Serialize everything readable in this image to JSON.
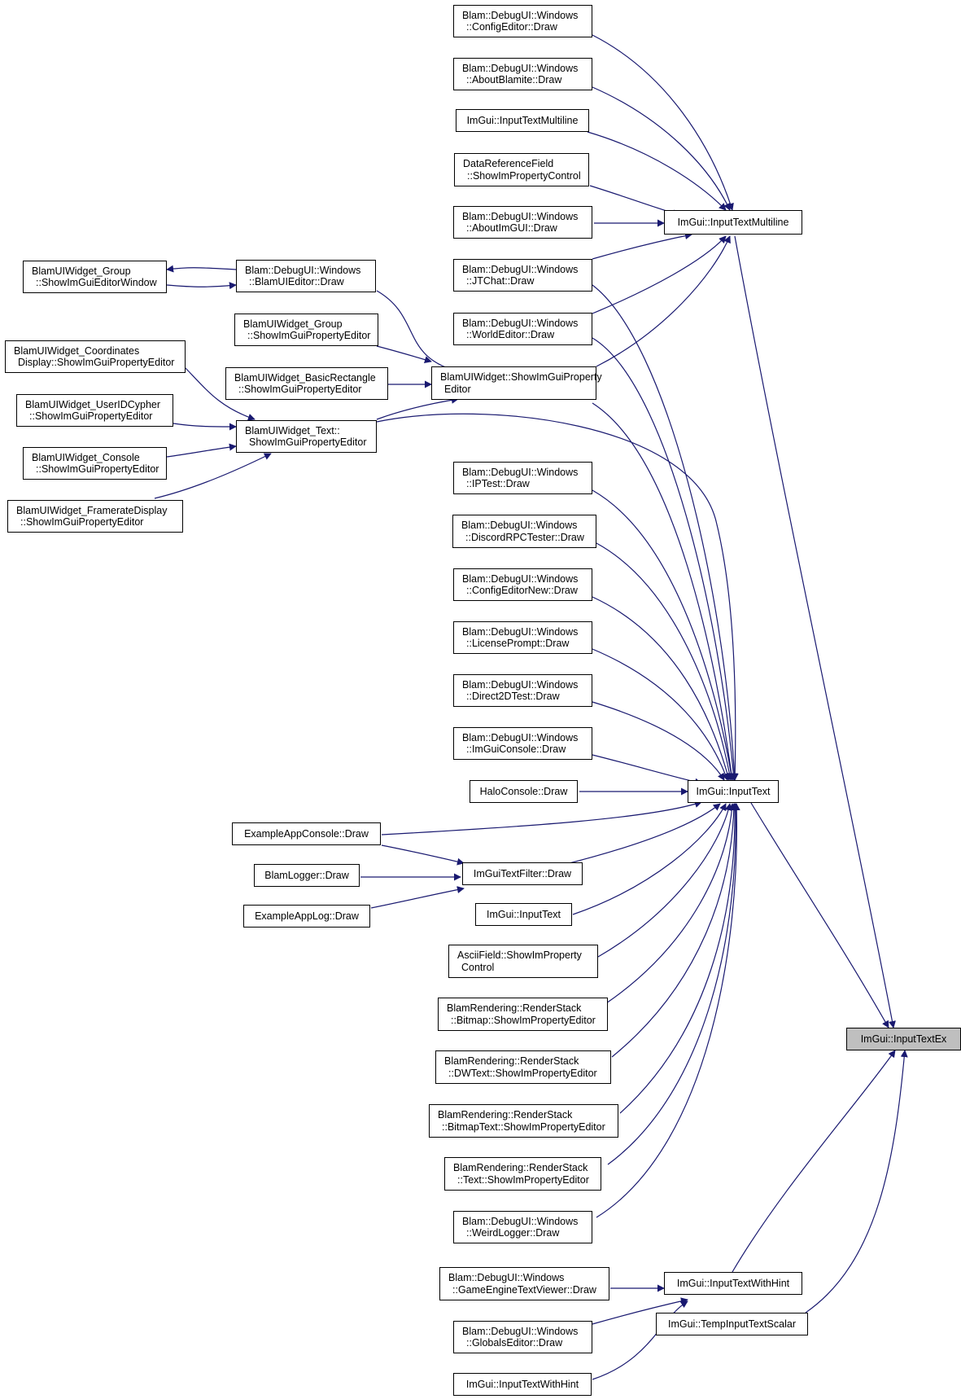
{
  "diagram": {
    "colors": {
      "edge": "#191970",
      "node_border": "#000000",
      "node_fill": "#ffffff",
      "focus_fill": "#bfbfbf"
    },
    "nodes": [
      {
        "id": "n_target",
        "lines": [
          "ImGui::InputTextEx"
        ],
        "focus": true
      },
      {
        "id": "n_itml",
        "lines": [
          "ImGui::InputTextMultiline"
        ]
      },
      {
        "id": "n_it",
        "lines": [
          "ImGui::InputText"
        ]
      },
      {
        "id": "n_itwh",
        "lines": [
          "ImGui::InputTextWithHint"
        ]
      },
      {
        "id": "n_tits",
        "lines": [
          "ImGui::TempInputTextScalar"
        ]
      },
      {
        "id": "n_ce",
        "lines": [
          "Blam::DebugUI::Windows",
          "::ConfigEditor::Draw"
        ]
      },
      {
        "id": "n_ab",
        "lines": [
          "Blam::DebugUI::Windows",
          "::AboutBlamite::Draw"
        ]
      },
      {
        "id": "n_itml2",
        "lines": [
          "ImGui::InputTextMultiline"
        ]
      },
      {
        "id": "n_drf",
        "lines": [
          "DataReferenceField",
          "::ShowImPropertyControl"
        ]
      },
      {
        "id": "n_aig",
        "lines": [
          "Blam::DebugUI::Windows",
          "::AboutImGUI::Draw"
        ]
      },
      {
        "id": "n_jt",
        "lines": [
          "Blam::DebugUI::Windows",
          "::JTChat::Draw"
        ]
      },
      {
        "id": "n_we",
        "lines": [
          "Blam::DebugUI::Windows",
          "::WorldEditor::Draw"
        ]
      },
      {
        "id": "n_bui",
        "lines": [
          "Blam::DebugUI::Windows",
          "::BlamUIEditor::Draw"
        ]
      },
      {
        "id": "n_grp1",
        "lines": [
          "BlamUIWidget_Group",
          "::ShowImGuiEditorWindow"
        ]
      },
      {
        "id": "n_grp2",
        "lines": [
          "BlamUIWidget_Group",
          "::ShowImGuiPropertyEditor"
        ]
      },
      {
        "id": "n_coord",
        "lines": [
          "BlamUIWidget_Coordinates",
          "Display::ShowImGuiPropertyEditor"
        ]
      },
      {
        "id": "n_rect",
        "lines": [
          "BlamUIWidget_BasicRectangle",
          "::ShowImGuiPropertyEditor"
        ]
      },
      {
        "id": "n_wspe",
        "lines": [
          "BlamUIWidget::ShowImGuiProperty",
          "Editor"
        ]
      },
      {
        "id": "n_uid",
        "lines": [
          "BlamUIWidget_UserIDCypher",
          "::ShowImGuiPropertyEditor"
        ]
      },
      {
        "id": "n_text",
        "lines": [
          "BlamUIWidget_Text::",
          "ShowImGuiPropertyEditor"
        ]
      },
      {
        "id": "n_cons",
        "lines": [
          "BlamUIWidget_Console",
          "::ShowImGuiPropertyEditor"
        ]
      },
      {
        "id": "n_fr",
        "lines": [
          "BlamUIWidget_FramerateDisplay",
          "::ShowImGuiPropertyEditor"
        ]
      },
      {
        "id": "n_ip",
        "lines": [
          "Blam::DebugUI::Windows",
          "::IPTest::Draw"
        ]
      },
      {
        "id": "n_disc",
        "lines": [
          "Blam::DebugUI::Windows",
          "::DiscordRPCTester::Draw"
        ]
      },
      {
        "id": "n_cen",
        "lines": [
          "Blam::DebugUI::Windows",
          "::ConfigEditorNew::Draw"
        ]
      },
      {
        "id": "n_lic",
        "lines": [
          "Blam::DebugUI::Windows",
          "::LicensePrompt::Draw"
        ]
      },
      {
        "id": "n_d2d",
        "lines": [
          "Blam::DebugUI::Windows",
          "::Direct2DTest::Draw"
        ]
      },
      {
        "id": "n_igc",
        "lines": [
          "Blam::DebugUI::Windows",
          "::ImGuiConsole::Draw"
        ]
      },
      {
        "id": "n_halo",
        "lines": [
          "HaloConsole::Draw"
        ]
      },
      {
        "id": "n_eac",
        "lines": [
          "ExampleAppConsole::Draw"
        ]
      },
      {
        "id": "n_blog",
        "lines": [
          "BlamLogger::Draw"
        ]
      },
      {
        "id": "n_itf",
        "lines": [
          "ImGuiTextFilter::Draw"
        ]
      },
      {
        "id": "n_eal",
        "lines": [
          "ExampleAppLog::Draw"
        ]
      },
      {
        "id": "n_it2",
        "lines": [
          "ImGui::InputText"
        ]
      },
      {
        "id": "n_ascii",
        "lines": [
          "AsciiField::ShowImProperty",
          "Control"
        ]
      },
      {
        "id": "n_rsbm",
        "lines": [
          "BlamRendering::RenderStack",
          "::Bitmap::ShowImPropertyEditor"
        ]
      },
      {
        "id": "n_rsdw",
        "lines": [
          "BlamRendering::RenderStack",
          "::DWText::ShowImPropertyEditor"
        ]
      },
      {
        "id": "n_rsbt",
        "lines": [
          "BlamRendering::RenderStack",
          "::BitmapText::ShowImPropertyEditor"
        ]
      },
      {
        "id": "n_rstx",
        "lines": [
          "BlamRendering::RenderStack",
          "::Text::ShowImPropertyEditor"
        ]
      },
      {
        "id": "n_wl",
        "lines": [
          "Blam::DebugUI::Windows",
          "::WeirdLogger::Draw"
        ]
      },
      {
        "id": "n_getv",
        "lines": [
          "Blam::DebugUI::Windows",
          "::GameEngineTextViewer::Draw"
        ]
      },
      {
        "id": "n_ge",
        "lines": [
          "Blam::DebugUI::Windows",
          "::GlobalsEditor::Draw"
        ]
      },
      {
        "id": "n_itwh2",
        "lines": [
          "ImGui::InputTextWithHint"
        ]
      }
    ]
  }
}
